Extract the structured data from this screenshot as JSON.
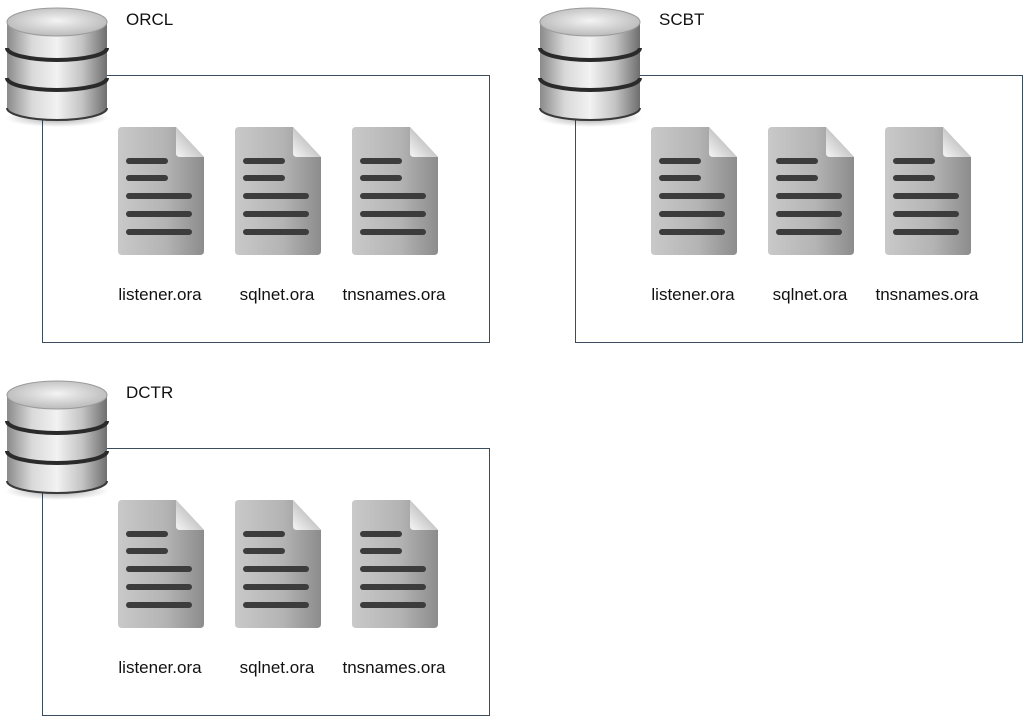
{
  "servers": [
    {
      "name": "ORCL",
      "icon": "database-icon",
      "files": [
        {
          "name": "listener.ora",
          "icon": "document-icon"
        },
        {
          "name": "sqlnet.ora",
          "icon": "document-icon"
        },
        {
          "name": "tnsnames.ora",
          "icon": "document-icon"
        }
      ]
    },
    {
      "name": "SCBT",
      "icon": "database-icon",
      "files": [
        {
          "name": "listener.ora",
          "icon": "document-icon"
        },
        {
          "name": "sqlnet.ora",
          "icon": "document-icon"
        },
        {
          "name": "tnsnames.ora",
          "icon": "document-icon"
        }
      ]
    },
    {
      "name": "DCTR",
      "icon": "database-icon",
      "files": [
        {
          "name": "listener.ora",
          "icon": "document-icon"
        },
        {
          "name": "sqlnet.ora",
          "icon": "document-icon"
        },
        {
          "name": "tnsnames.ora",
          "icon": "document-icon"
        }
      ]
    }
  ],
  "colors": {
    "box_border": "#3b4c5c",
    "icon_gray_light": "#e8e8e8",
    "icon_gray_dark": "#7a7a7a",
    "text_lines": "#3c3c3c"
  }
}
